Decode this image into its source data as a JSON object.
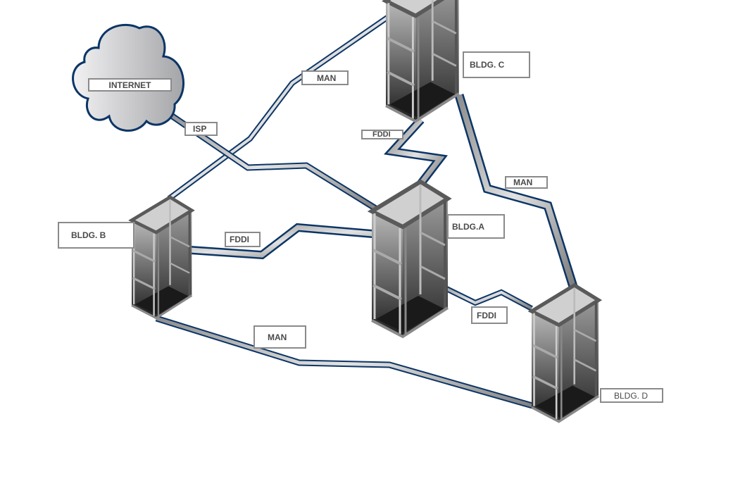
{
  "labels": {
    "internet": "INTERNET",
    "isp": "ISP",
    "man_c_b": "MAN",
    "man_c_d": "MAN",
    "man_b_d": "MAN",
    "fddi_c_a": "FDDI",
    "fddi_b_a": "FDDI",
    "fddi_a_d": "FDDI",
    "bldg_a": "BLDG.A",
    "bldg_b": "BLDG. B",
    "bldg_c": "BLDG. C",
    "bldg_d": "BLDG. D"
  },
  "colors": {
    "link_outline": "#0b3566",
    "cloud_outline": "#0b3566",
    "label_border": "#8a8a8a",
    "label_text": "#4a4a4a"
  },
  "icons": {
    "cloud": "internet-cloud-icon",
    "rack": "server-rack-icon"
  }
}
